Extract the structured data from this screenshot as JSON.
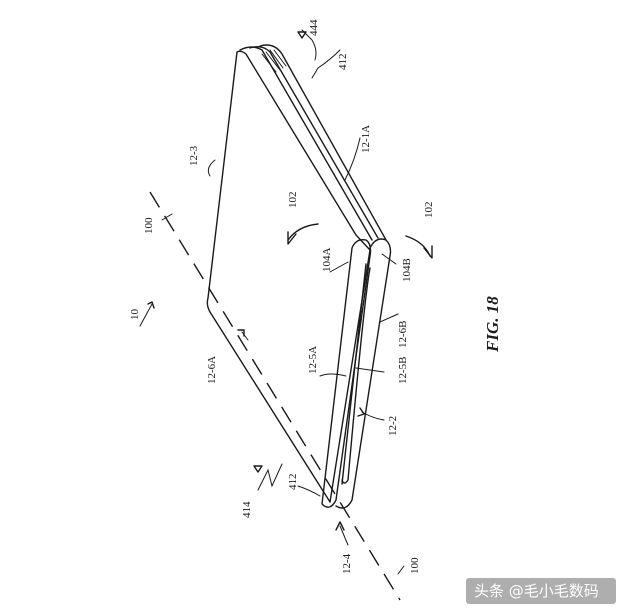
{
  "figure_label": "FIG. 18",
  "labels": {
    "l444": "444",
    "l412_top": "412",
    "l12_3": "12-3",
    "l12_1A": "12-1A",
    "l100_upper": "100",
    "l102_left": "102",
    "l102_right": "102",
    "l104A": "104A",
    "l104B": "104B",
    "l10": "10",
    "l12_6A": "12-6A",
    "l12_5A": "12-5A",
    "l12_5B": "12-5B",
    "l12_6B": "12-6B",
    "l12_2": "12-2",
    "l414": "414",
    "l412_bottom": "412",
    "l12_4": "12-4",
    "l100_lower": "100"
  },
  "watermark": "头条 @毛小毛数码"
}
